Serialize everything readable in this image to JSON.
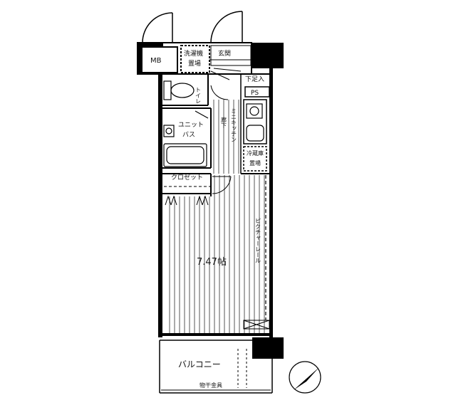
{
  "rooms": {
    "mb": "MB",
    "washer": [
      "洗濯機",
      "置場"
    ],
    "entrance": "玄関",
    "shoe_cabinet": "下足入",
    "ps": "PS",
    "toilet": "トイレ",
    "unit_bath": [
      "ユニット",
      "バス"
    ],
    "corridor": "廊下",
    "mini_kitchen": "ミニキッチン",
    "fridge": [
      "冷蔵庫",
      "置場"
    ],
    "closet": "クロゼット",
    "main_room": "7.47帖",
    "picture_rail": "ピクチャーレール",
    "balcony": "バルコニー",
    "balcony_rail": "物干金具"
  },
  "colors": {
    "wall": "#000000",
    "floor_line": "#444444",
    "background": "#ffffff"
  },
  "icons": [
    "compass-icon",
    "door-swing-icon",
    "toilet-icon",
    "bathtub-icon",
    "stove-icon",
    "sink-icon"
  ]
}
